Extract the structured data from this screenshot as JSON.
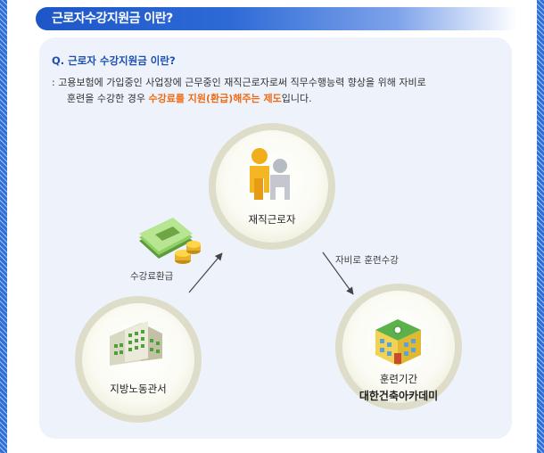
{
  "header": {
    "title": "근로자수강지원금 이란?"
  },
  "qa": {
    "question": "Q. 근로자 수강지원금 이란?",
    "answer_line1": ": 고용보험에 가입중인 사업장에 근무중인 재직근로자로써 직무수행능력 향상을 위해 자비로",
    "answer_line2_prefix": "훈련을 수강한 경우 ",
    "answer_line2_highlight": "수강료를 지원(환급)해주는 제도",
    "answer_line2_suffix": "입니다."
  },
  "diagram": {
    "worker_label": "재직근로자",
    "office_label": "지방노동관서",
    "institution_label": "훈련기간",
    "institution_name": "대한건축아카데미",
    "flow_refund_label": "수강료환급",
    "flow_training_label": "자비로 훈련수강"
  },
  "colors": {
    "accent_blue": "#1b4fb5",
    "highlight_orange": "#ef6a12",
    "panel_bg": "#eef3fb"
  },
  "icons": [
    "people-icon",
    "money-icon",
    "office-building-icon",
    "school-building-icon"
  ]
}
